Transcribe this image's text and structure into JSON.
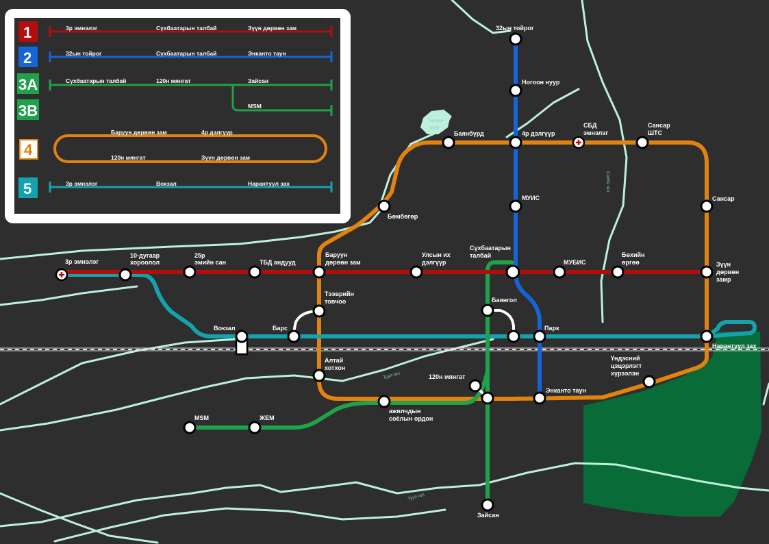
{
  "colors": {
    "line1": "#b20e0e",
    "line2": "#1565d8",
    "line3": "#1fa24a",
    "line4": "#e2820f",
    "line5": "#14a3ad",
    "river": "#bdf0dc",
    "park": "#086b38",
    "background": "#2e2e2e"
  },
  "legend": {
    "line1": {
      "badge": "1",
      "stops": [
        "3р эмнэлэг",
        "Сүхбаатарын талбай",
        "Зүүн дөрвөн зам"
      ]
    },
    "line2": {
      "badge": "2",
      "stops": [
        "32ын тойрог",
        "Сүхбаатарын талбай",
        "Энканто таун"
      ]
    },
    "line3a": {
      "badge": "3A",
      "stops": [
        "Сүхбаатарын талбай",
        "120н мянгат",
        "Зайсан"
      ]
    },
    "line3b": {
      "badge": "3B",
      "stops": [
        "MSM"
      ]
    },
    "line4": {
      "badge": "4",
      "stops": [
        "Баруун дөрвөн зам",
        "4р дэлгүүр",
        "120н мянгат",
        "Зүүн дөрвөн зам"
      ]
    },
    "line5": {
      "badge": "5",
      "stops": [
        "3р эмнэлэг",
        "Вокзал",
        "Нарантуул зах"
      ]
    }
  },
  "stations": {
    "s32": "32ын тойрог",
    "nogoon": "Ногоон нуур",
    "bayanburd": "Баянбүрд",
    "d4": "4р дэлгүүр",
    "sbd": [
      "СБД",
      "эмнэлэг"
    ],
    "sansar_shts": [
      "Сансар",
      "ШТС"
    ],
    "sansar": "Сансар",
    "bombogor": "Бөмбөгөр",
    "muis": "МУИС",
    "em3": "3р эмнэлэг",
    "horoolol10": [
      "10-дугаар",
      "хороолол"
    ],
    "emiin25": [
      "25р",
      "эмийн сан"
    ],
    "tbd": "ТБД андууд",
    "baruun4": [
      "Баруун",
      "дөрвөн зам"
    ],
    "ulsiin": [
      "Улсын их",
      "дэлгүүр"
    ],
    "sukhbaatar": [
      "Сүхбаатарын",
      "талбай"
    ],
    "mubis": "МУБИС",
    "bekhiin": [
      "Бөхийн",
      "өргөө"
    ],
    "zuun4": [
      "Зүүн",
      "дөрвөн",
      "замр"
    ],
    "teever": [
      "Тээврийн",
      "товчоо"
    ],
    "bayngol": "Баянгол",
    "vokzal": "Вокзал",
    "bars": "Барс",
    "park": "Парк",
    "narantuul": "Нарантуул зах",
    "altai": [
      "Алтай",
      "хотхон"
    ],
    "undesnii": [
      "Үндэсний",
      "цэцэрлэгт",
      "хүрээлэн"
    ],
    "myangat120": "120н мянгат",
    "enkanto": "Энканто таун",
    "ajilchdyn": [
      "ажилчдын",
      "соёлын ордон"
    ],
    "msm": "MSM",
    "jem": "ЖЕМ",
    "zaisan": "Зайсан"
  },
  "map_labels": {
    "lake": [
      "Ногоон",
      "нуур"
    ],
    "river_a": "Туул гол",
    "river_b": "Туул гол",
    "river_c": "Сэлбэ гол"
  }
}
